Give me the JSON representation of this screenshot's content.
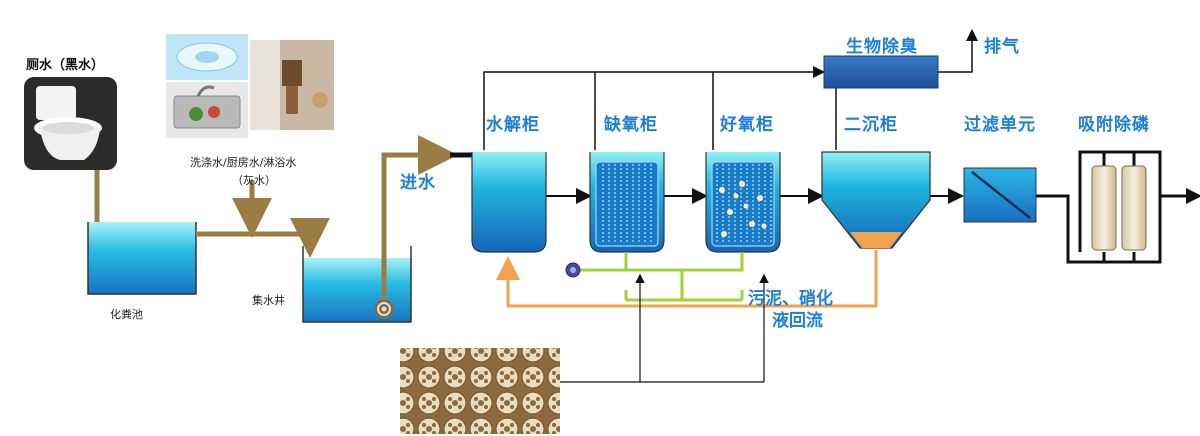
{
  "labels": {
    "kitchen_water": "厕水（黑水）",
    "wash_water": "洗涤水/厨房水/淋浴水",
    "wash_water_sub": "（灰水）",
    "septic_tank": "化粪池",
    "collection_well": "集水井",
    "inflow": "进水",
    "hydrolysis": "水解柜",
    "anoxic": "缺氧柜",
    "aerobic": "好氧柜",
    "secondary_settling": "二沉柜",
    "filtration": "过滤单元",
    "adsorption": "吸附除磷",
    "bio_deodor": "生物除臭",
    "exhaust": "排气",
    "sludge_return_line1": "污泥、硝化",
    "sludge_return_line2": "液回流"
  },
  "colors": {
    "pipe_brown": "#9a7d45",
    "pipe_black": "#111111",
    "pipe_green": "#9fd13a",
    "pipe_orange": "#f2a24f",
    "water_blue": "#1aa4d6",
    "water_light": "#7fe3ef",
    "sludge": "#f2a24f",
    "label_blue": "#1d7fd8"
  },
  "icons": {
    "toilet": "toilet-photo",
    "sink": "sink-photo",
    "faucet": "faucet-photo",
    "media": "bio-carrier-media-photo",
    "pump": "submersible-pump-icon",
    "blower": "air-blower-icon"
  }
}
